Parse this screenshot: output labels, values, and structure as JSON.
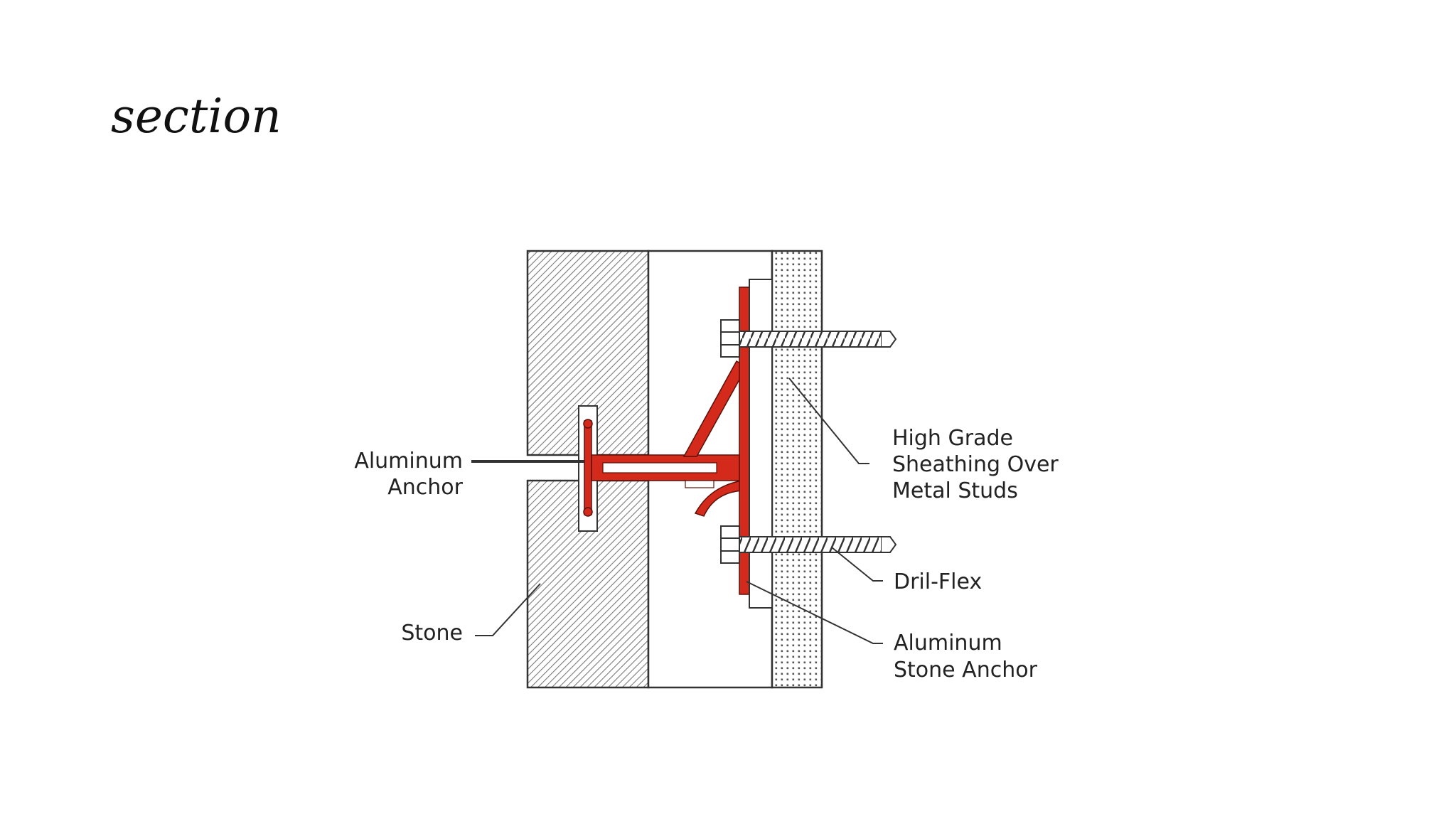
{
  "slide": {
    "title": "section"
  },
  "diagram": {
    "labels": {
      "aluminum_anchor": [
        "Aluminum",
        "Anchor"
      ],
      "stone": "Stone",
      "sheathing": [
        "High Grade",
        "Sheathing Over",
        "Metal Studs"
      ],
      "dril_flex": "Dril-Flex",
      "stone_anchor": [
        "Aluminum",
        "Stone Anchor"
      ]
    },
    "colors": {
      "anchor_red": "#d42a1c",
      "outline": "#333333",
      "hatch": "#7a7a7a",
      "stipple": "#555555"
    }
  }
}
